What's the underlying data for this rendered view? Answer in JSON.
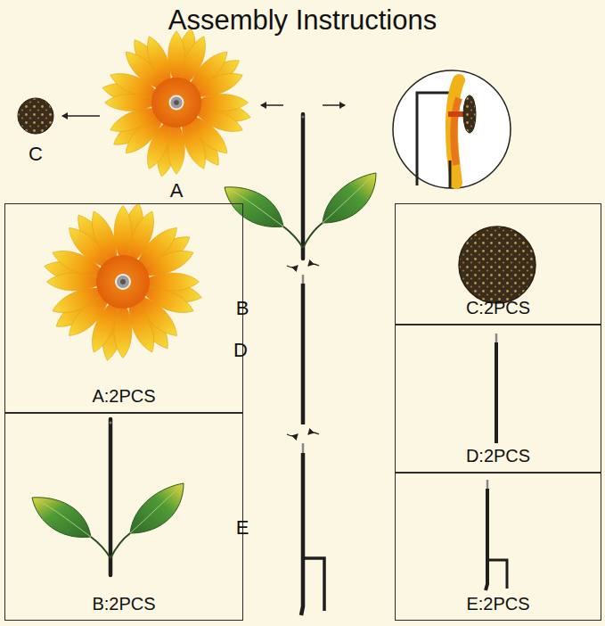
{
  "diagram": {
    "title": "Assembly Instructions",
    "nodes": [
      {
        "text": [
          "A:2PCS"
        ]
      },
      {
        "text": [
          "C:2PCS"
        ]
      },
      {
        "text": [
          "D:2PCS"
        ]
      },
      {
        "text": [
          "B:2PCS"
        ]
      },
      {
        "text": [
          "E:2PCS"
        ]
      }
    ],
    "labels": [
      "C",
      "A",
      "B",
      "D",
      "E"
    ]
  }
}
